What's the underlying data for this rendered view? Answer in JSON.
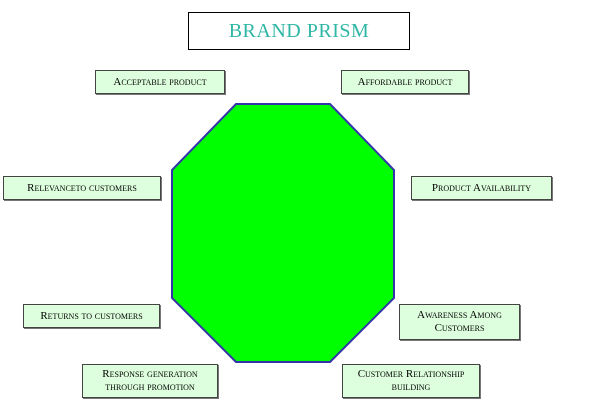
{
  "title": "BRAND PRISM",
  "colors": {
    "title_text": "#2fb6a4",
    "octagon_fill": "#00ff00",
    "octagon_stroke": "#3333aa",
    "label_fill": "#ddffdd"
  },
  "labels": {
    "acceptable_product": "Acceptable product",
    "affordable_product": "Affordable product",
    "relevance_to_customers": "Relevanceto customers",
    "product_availability": "Product Availability",
    "returns_to_customers": "Returns to customers",
    "awareness_line1": "Awareness Among",
    "awareness_line2": "Customers",
    "response_line1": "Response generation",
    "response_line2": "through promotion",
    "crm_line1": "Customer Relationship",
    "crm_line2": "building"
  }
}
